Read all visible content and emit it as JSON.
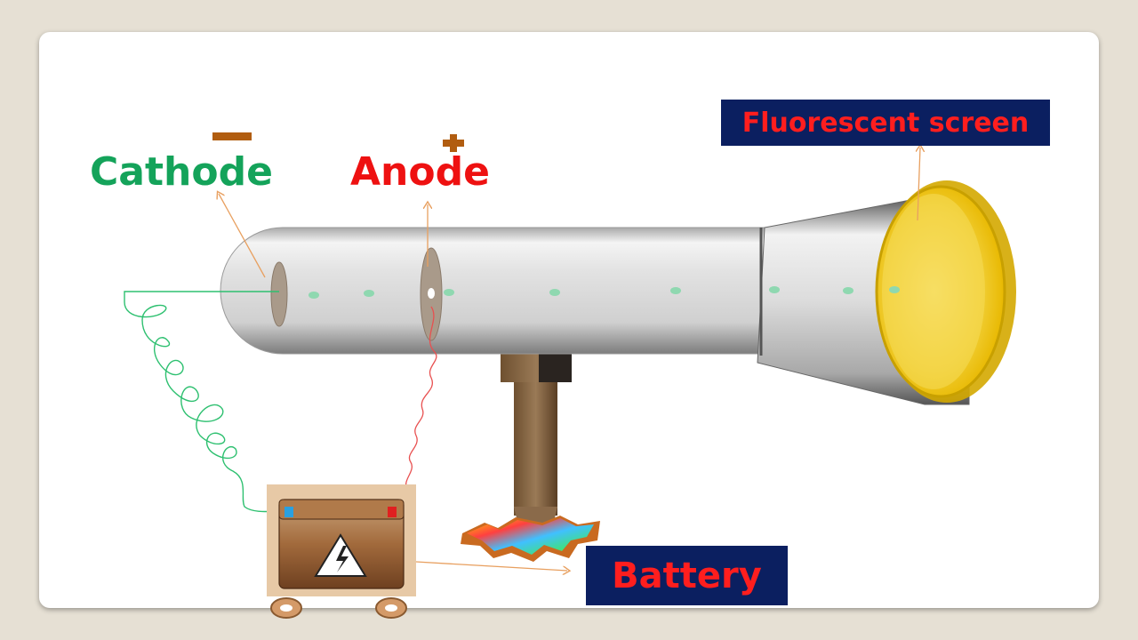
{
  "labels": {
    "cathode": "Cathode",
    "anode": "Anode",
    "fluorescent_screen": "Fluorescent screen",
    "battery": "Battery"
  },
  "colors": {
    "background": "#e6e0d4",
    "cathode_text": "#14a35a",
    "anode_text": "#ee1111",
    "label_box": "#0b1f60",
    "label_box_text": "#ff1e1e",
    "arrow": "#e8a060",
    "cathode_wire": "#2ec070",
    "anode_wire": "#e85050",
    "ray_dots": "#8fd8b0",
    "screen_glow": "#f5d800"
  },
  "icons": [
    "minus-sign",
    "plus-sign",
    "high-voltage-icon"
  ]
}
